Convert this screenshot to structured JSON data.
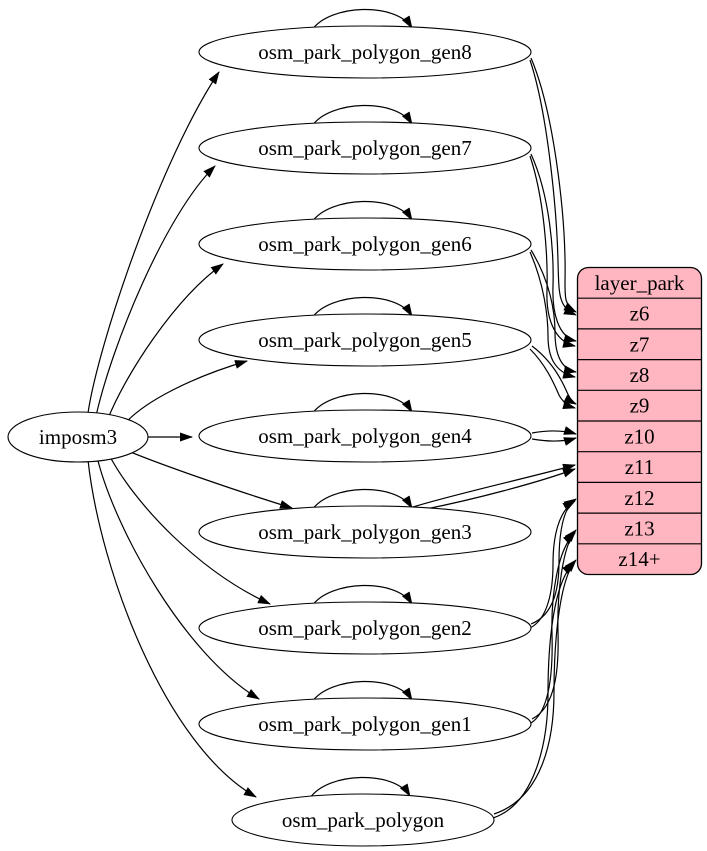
{
  "diagram": {
    "source": {
      "id": "imposm3",
      "label": "imposm3"
    },
    "tables": [
      {
        "id": "osm_park_polygon_gen8",
        "label": "osm_park_polygon_gen8",
        "zoom_row": "z6"
      },
      {
        "id": "osm_park_polygon_gen7",
        "label": "osm_park_polygon_gen7",
        "zoom_row": "z7"
      },
      {
        "id": "osm_park_polygon_gen6",
        "label": "osm_park_polygon_gen6",
        "zoom_row": "z8"
      },
      {
        "id": "osm_park_polygon_gen5",
        "label": "osm_park_polygon_gen5",
        "zoom_row": "z9"
      },
      {
        "id": "osm_park_polygon_gen4",
        "label": "osm_park_polygon_gen4",
        "zoom_row": "z10"
      },
      {
        "id": "osm_park_polygon_gen3",
        "label": "osm_park_polygon_gen3",
        "zoom_row": "z11"
      },
      {
        "id": "osm_park_polygon_gen2",
        "label": "osm_park_polygon_gen2",
        "zoom_row": "z12"
      },
      {
        "id": "osm_park_polygon_gen1",
        "label": "osm_park_polygon_gen1",
        "zoom_row": "z13"
      },
      {
        "id": "osm_park_polygon",
        "label": "osm_park_polygon",
        "zoom_row": "z14+"
      }
    ],
    "layer_table": {
      "id": "layer_park",
      "title": "layer_park",
      "rows": [
        "z6",
        "z7",
        "z8",
        "z9",
        "z10",
        "z11",
        "z12",
        "z13",
        "z14+"
      ]
    },
    "edges": [
      {
        "from": "imposm3",
        "to": "osm_park_polygon_gen8"
      },
      {
        "from": "imposm3",
        "to": "osm_park_polygon_gen7"
      },
      {
        "from": "imposm3",
        "to": "osm_park_polygon_gen6"
      },
      {
        "from": "imposm3",
        "to": "osm_park_polygon_gen5"
      },
      {
        "from": "imposm3",
        "to": "osm_park_polygon_gen4"
      },
      {
        "from": "imposm3",
        "to": "osm_park_polygon_gen3"
      },
      {
        "from": "imposm3",
        "to": "osm_park_polygon_gen2"
      },
      {
        "from": "imposm3",
        "to": "osm_park_polygon_gen1"
      },
      {
        "from": "imposm3",
        "to": "osm_park_polygon"
      },
      {
        "from": "osm_park_polygon_gen8",
        "to": "osm_park_polygon_gen8",
        "type": "self"
      },
      {
        "from": "osm_park_polygon_gen7",
        "to": "osm_park_polygon_gen7",
        "type": "self"
      },
      {
        "from": "osm_park_polygon_gen6",
        "to": "osm_park_polygon_gen6",
        "type": "self"
      },
      {
        "from": "osm_park_polygon_gen5",
        "to": "osm_park_polygon_gen5",
        "type": "self"
      },
      {
        "from": "osm_park_polygon_gen4",
        "to": "osm_park_polygon_gen4",
        "type": "self"
      },
      {
        "from": "osm_park_polygon_gen3",
        "to": "osm_park_polygon_gen3",
        "type": "self"
      },
      {
        "from": "osm_park_polygon_gen2",
        "to": "osm_park_polygon_gen2",
        "type": "self"
      },
      {
        "from": "osm_park_polygon_gen1",
        "to": "osm_park_polygon_gen1",
        "type": "self"
      },
      {
        "from": "osm_park_polygon",
        "to": "osm_park_polygon",
        "type": "self"
      },
      {
        "from": "osm_park_polygon_gen8",
        "to": "layer_park.z6",
        "count": 2
      },
      {
        "from": "osm_park_polygon_gen7",
        "to": "layer_park.z7",
        "count": 2
      },
      {
        "from": "osm_park_polygon_gen6",
        "to": "layer_park.z8",
        "count": 2
      },
      {
        "from": "osm_park_polygon_gen5",
        "to": "layer_park.z9",
        "count": 2
      },
      {
        "from": "osm_park_polygon_gen4",
        "to": "layer_park.z10",
        "count": 2
      },
      {
        "from": "osm_park_polygon_gen3",
        "to": "layer_park.z11",
        "count": 2
      },
      {
        "from": "osm_park_polygon_gen2",
        "to": "layer_park.z12",
        "count": 2
      },
      {
        "from": "osm_park_polygon_gen1",
        "to": "layer_park.z13",
        "count": 2
      },
      {
        "from": "osm_park_polygon",
        "to": "layer_park.z14+",
        "count": 2
      }
    ],
    "colors": {
      "layer_table_fill": "#ffb6c1",
      "node_fill": "#ffffff",
      "stroke": "#000000"
    }
  }
}
